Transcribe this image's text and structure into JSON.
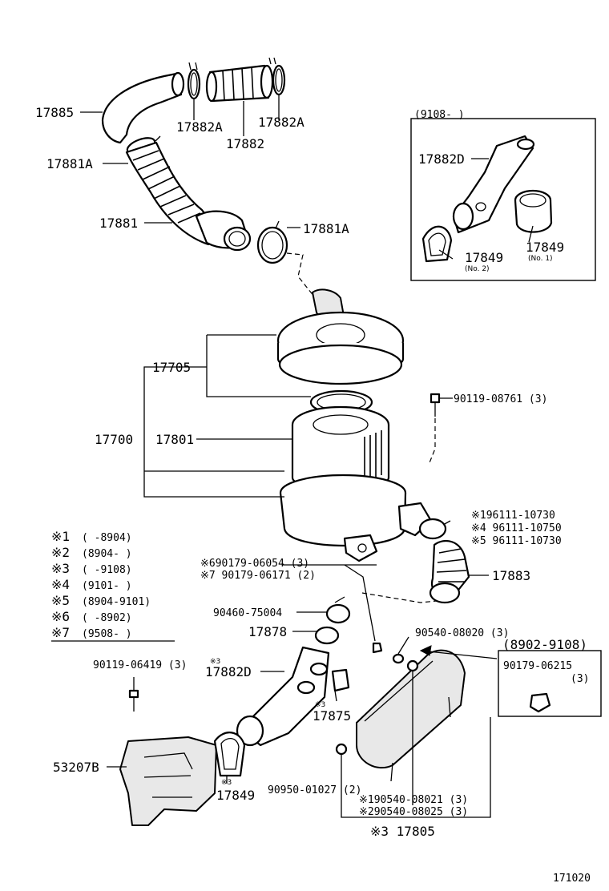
{
  "labels": {
    "p17885": "17885",
    "p17882A_1": "17882A",
    "p17882": "17882",
    "p17882A_2": "17882A",
    "p17881A_1": "17881A",
    "p17881": "17881",
    "p17881A_2": "17881A",
    "p17705": "17705",
    "p17700": "17700",
    "p17801": "17801",
    "p90119_08761": "90119-08761 (3)",
    "s1_96111_10730": "※196111-10730",
    "s4_96111_10750": "※4 96111-10750",
    "s5_96111_10730": "※5 96111-10730",
    "p17883": "17883",
    "s6_90179_06054": "※690179-06054 (3)",
    "s7_90179_06171": "※7 90179-06171 (2)",
    "p90460_75004": "90460-75004",
    "p17878": "17878",
    "p90540_08020": "90540-08020 (3)",
    "p90119_06419": "90119-06419 (3)",
    "s3_a": "※3",
    "p17882D_main": "17882D",
    "s3_b": "※3",
    "p17875": "17875",
    "p53207B": "53207B",
    "s3_c": "※3",
    "p17849_main": "17849",
    "p90950_01027": "90950-01027 (2)",
    "s1_90540_08021": "※190540-08021 (3)",
    "s2_90540_08025": "※290540-08025 (3)",
    "s3_17805": "※3 17805",
    "figure_number": "171020"
  },
  "inset_top": {
    "range": "(9108-      )",
    "p17882D": "17882D",
    "p17849_no2": "17849",
    "no2": "(No. 2)",
    "p17849_no1": "17849",
    "no1": "(No. 1)"
  },
  "inset_bottom": {
    "range": "(8902-9108)",
    "part": "90179-06215",
    "qty": "(3)"
  },
  "legend": [
    {
      "mark": "※1",
      "text": "(      -8904)"
    },
    {
      "mark": "※2",
      "text": "(8904-      )"
    },
    {
      "mark": "※3",
      "text": "(      -9108)"
    },
    {
      "mark": "※4",
      "text": "(9101-      )"
    },
    {
      "mark": "※5",
      "text": "(8904-9101)"
    },
    {
      "mark": "※6",
      "text": "(      -8902)"
    },
    {
      "mark": "※7",
      "text": "(9508-      )"
    }
  ]
}
